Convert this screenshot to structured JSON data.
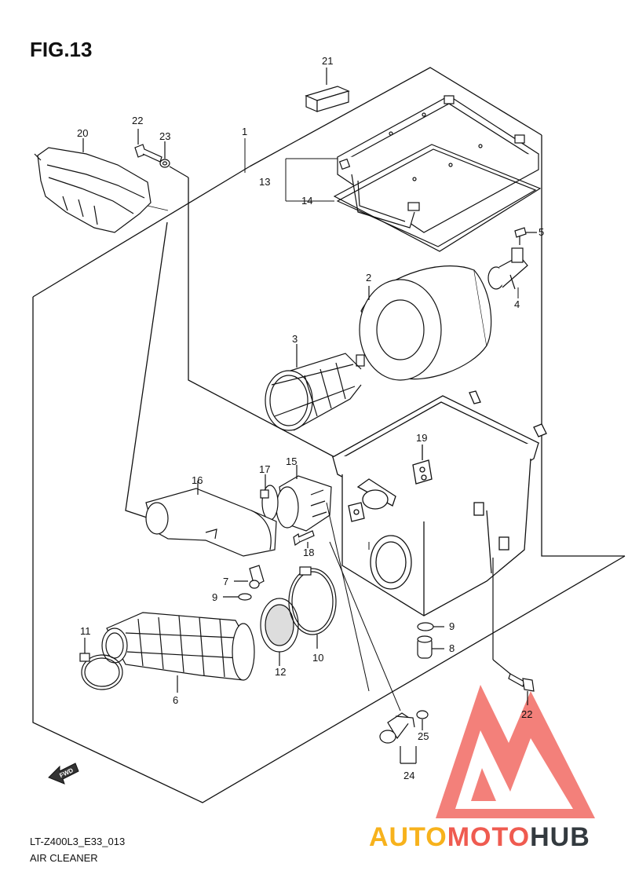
{
  "figure": {
    "title": "FIG.13",
    "code": "LT-Z400L3_E33_013",
    "name": "AIR CLEANER",
    "fwd": "FWD"
  },
  "watermark": {
    "part1": "AUTO",
    "part2": "MOTO",
    "part3": "HUB",
    "color1": "#f7b21c",
    "color2": "#ef5b50",
    "color3": "#333a3f"
  },
  "callouts": [
    {
      "id": "c21",
      "label": "21"
    },
    {
      "id": "c20",
      "label": "20"
    },
    {
      "id": "c22a",
      "label": "22"
    },
    {
      "id": "c23",
      "label": "23"
    },
    {
      "id": "c1",
      "label": "1"
    },
    {
      "id": "c13",
      "label": "13"
    },
    {
      "id": "c14",
      "label": "14"
    },
    {
      "id": "c5",
      "label": "5"
    },
    {
      "id": "c4",
      "label": "4"
    },
    {
      "id": "c2",
      "label": "2"
    },
    {
      "id": "c3",
      "label": "3"
    },
    {
      "id": "c19",
      "label": "19"
    },
    {
      "id": "c15",
      "label": "15"
    },
    {
      "id": "c16",
      "label": "16"
    },
    {
      "id": "c17",
      "label": "17"
    },
    {
      "id": "c18",
      "label": "18"
    },
    {
      "id": "c7",
      "label": "7"
    },
    {
      "id": "c9a",
      "label": "9"
    },
    {
      "id": "c9b",
      "label": "9"
    },
    {
      "id": "c8",
      "label": "8"
    },
    {
      "id": "c11",
      "label": "11"
    },
    {
      "id": "c12",
      "label": "12"
    },
    {
      "id": "c10",
      "label": "10"
    },
    {
      "id": "c6",
      "label": "6"
    },
    {
      "id": "c22b",
      "label": "22"
    },
    {
      "id": "c25",
      "label": "25"
    },
    {
      "id": "c24",
      "label": "24"
    }
  ]
}
